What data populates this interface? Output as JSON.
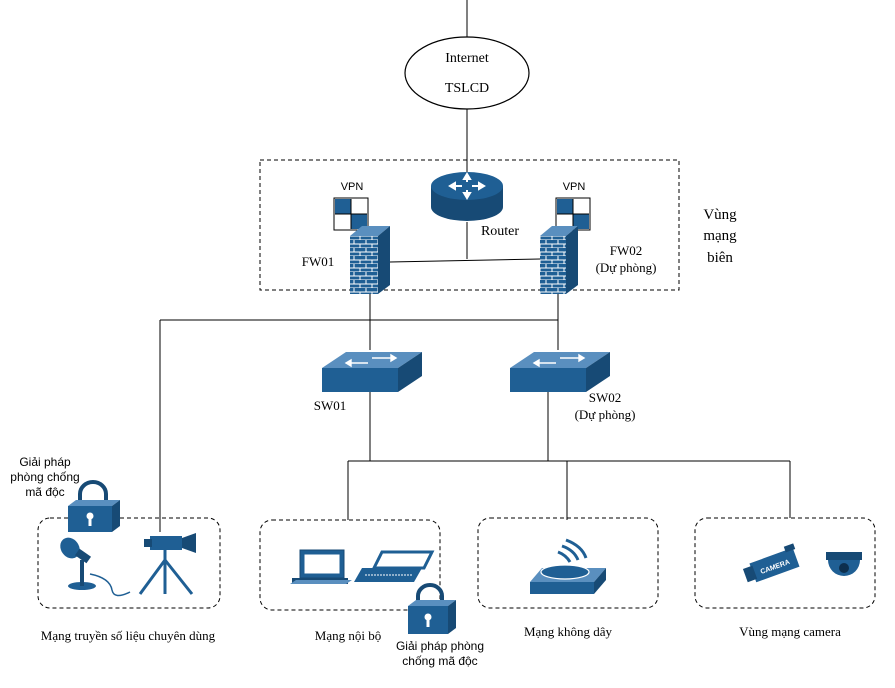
{
  "internet": {
    "line1": "Internet",
    "line2": "TSLCD"
  },
  "router": {
    "label": "Router"
  },
  "fw01": {
    "name": "FW01",
    "vpn": "VPN"
  },
  "fw02": {
    "name": "FW02",
    "sub": "(Dự phòng)",
    "vpn": "VPN"
  },
  "perimeter": {
    "line1": "Vùng",
    "line2": "mạng",
    "line3": "biên"
  },
  "sw01": {
    "name": "SW01"
  },
  "sw02": {
    "name": "SW02",
    "sub": "(Dự phòng)"
  },
  "antivirus_left": {
    "line1": "Giải pháp",
    "line2": "phòng chống",
    "line3": "mã độc"
  },
  "antivirus_right": {
    "line1": "Giải pháp phòng",
    "line2": "chống mã độc"
  },
  "zones": {
    "data_transmission": "Mạng truyền số liệu chuyên dùng",
    "internal": "Mạng nội bộ",
    "wireless": "Mạng không dây",
    "camera": "Vùng mạng camera"
  },
  "camera_label": "CAMERA",
  "colors": {
    "device_blue": "#1f5f94",
    "device_dark": "#174a75",
    "line": "#000000"
  }
}
